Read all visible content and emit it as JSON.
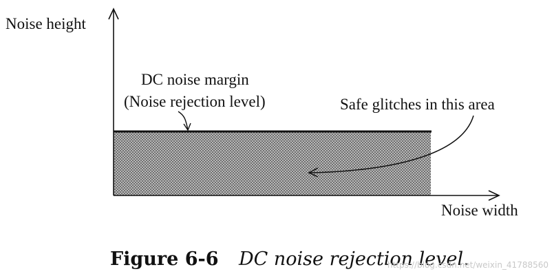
{
  "labels": {
    "y_axis": "Noise height",
    "x_axis": "Noise width",
    "margin_line1": "DC noise margin",
    "margin_line2": "(Noise rejection level)",
    "safe_area": "Safe glitches in this area"
  },
  "caption": {
    "number": "Figure 6-6",
    "title": "DC noise rejection level."
  },
  "watermark": "https://blog.csdn.net/weixin_41788560",
  "colors": {
    "ink": "#111111",
    "shade_bg": "#b9b9b9",
    "shade_dot": "#3a3a3a",
    "watermark": "#c8c8c8"
  }
}
